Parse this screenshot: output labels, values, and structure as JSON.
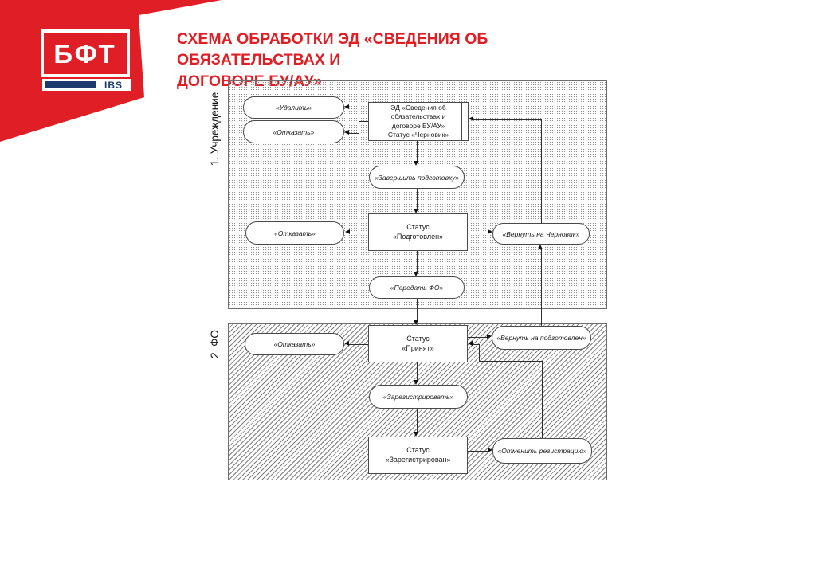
{
  "header": {
    "title_line1": "СХЕМА ОБРАБОТКИ ЭД «СВЕДЕНИЯ ОБ ОБЯЗАТЕЛЬСТВАХ И",
    "title_line2": "ДОГОВОРЕ БУ/АУ»"
  },
  "brand": {
    "logo_text": "БФТ",
    "logo_sub": "IBS"
  },
  "colors": {
    "brand_red": "#e01e25",
    "brand_navy": "#1c3a6e",
    "line_color": "#2e2e2e"
  },
  "diagram": {
    "lane1_label": "1. Учреждение",
    "lane2_label": "2. ФО",
    "nodes": {
      "udalit": {
        "label": "«Удалить»"
      },
      "otkazat_1": {
        "label": "«Отказать»"
      },
      "ed_chernovik": {
        "lines": [
          "ЭД «Сведения об",
          "обязательствах и",
          "договоре БУ/АУ»",
          "Статус «Черновик»"
        ]
      },
      "zavershit_podgotovku": {
        "label": "«Завершить подготовку»"
      },
      "status_podgotovlen": {
        "lines": [
          "Статус",
          "«Подготовлен»"
        ]
      },
      "otkazat_2": {
        "label": "«Отказать»"
      },
      "vernut_na_chernovik": {
        "label": "«Вернуть на Черновик»"
      },
      "peredat_fo": {
        "label": "«Передать ФО»"
      },
      "status_prinyat": {
        "lines": [
          "Статус",
          "«Принят»"
        ]
      },
      "otkazat_3": {
        "label": "«Отказать»"
      },
      "vernut_na_podgotovlen": {
        "label": "«Вернуть на подготовлен»"
      },
      "zaregistrirovat": {
        "label": "«Зарегистрировать»"
      },
      "status_zaregistrirovan": {
        "lines": [
          "Статус",
          "«Зарегистрирован»"
        ]
      },
      "otmenit_registratsiyu": {
        "label": "«Отменить регистрацию»"
      }
    }
  }
}
